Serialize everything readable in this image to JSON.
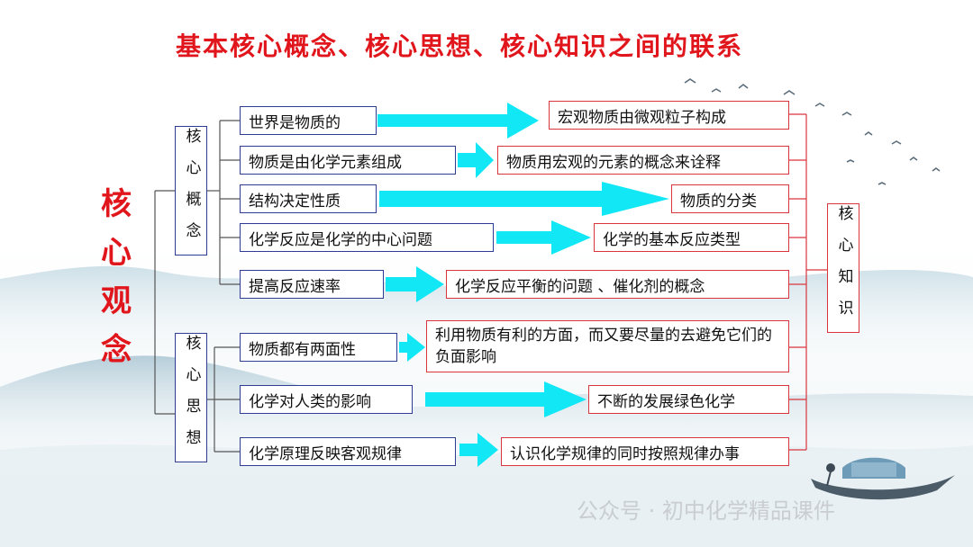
{
  "title": "基本核心概念、核心思想、核心知识之间的联系",
  "main_label": "核心观念",
  "groups": {
    "concept": "核心概念",
    "thought": "核心思想",
    "knowledge": "核心知识"
  },
  "rows": [
    {
      "left": "世界是物质的",
      "right": "宏观物质由微观粒子构成"
    },
    {
      "left": "物质是由化学元素组成",
      "right": "物质用宏观的元素的概念来诠释"
    },
    {
      "left": "结构决定性质",
      "right": "物质的分类"
    },
    {
      "left": "化学反应是化学的中心问题",
      "right": "化学的基本反应类型"
    },
    {
      "left": "提高反应速率",
      "right": "化学反应平衡的问题 、催化剂的概念"
    },
    {
      "left": "物质都有两面性",
      "right": "利用物质有利的方面，而又要尽量的去避免它们的负面影响"
    },
    {
      "left": "化学对人类的影响",
      "right": "不断的发展绿色化学"
    },
    {
      "left": "化学原理反映客观规律",
      "right": "认识化学规律的同时按照规律办事"
    }
  ],
  "watermark": "公众号 · 初中化学精品课件",
  "colors": {
    "title_red": "#e0161c",
    "box_blue": "#2d3d93",
    "box_red": "#d9353d",
    "arrow_cyan": "#12e7f5"
  }
}
